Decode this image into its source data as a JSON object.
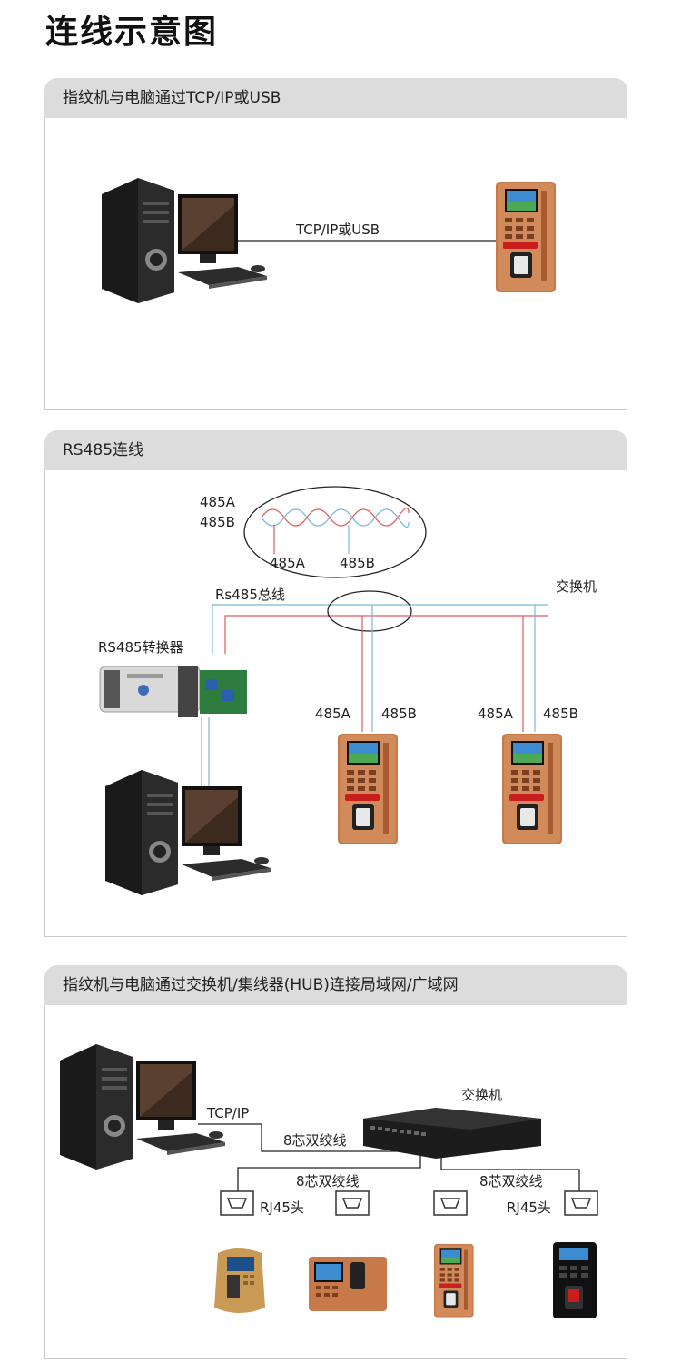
{
  "page_title": "连线示意图",
  "sections": [
    {
      "heading": "指纹机与电脑通过TCP/IP或USB",
      "link_label": "TCP/IP或USB"
    },
    {
      "heading": "RS485连线",
      "wire_a": "485A",
      "wire_b": "485B",
      "bus_label": "Rs485总线",
      "switch_label": "交换机",
      "converter_label": "RS485转换器",
      "device_a": "485A",
      "device_b": "485B"
    },
    {
      "heading": "指纹机与电脑通过交换机/集线器(HUB)连接局域网/广域网",
      "tcp_label": "TCP/IP",
      "switch_label": "交换机",
      "cable_label": "8芯双绞线",
      "rj45_label": "RJ45头"
    }
  ],
  "colors": {
    "wire_red": "#e05a5a",
    "wire_blue": "#7bb7dc",
    "device_copper": "#c8794a",
    "panel_header": "#dcdcdc"
  }
}
